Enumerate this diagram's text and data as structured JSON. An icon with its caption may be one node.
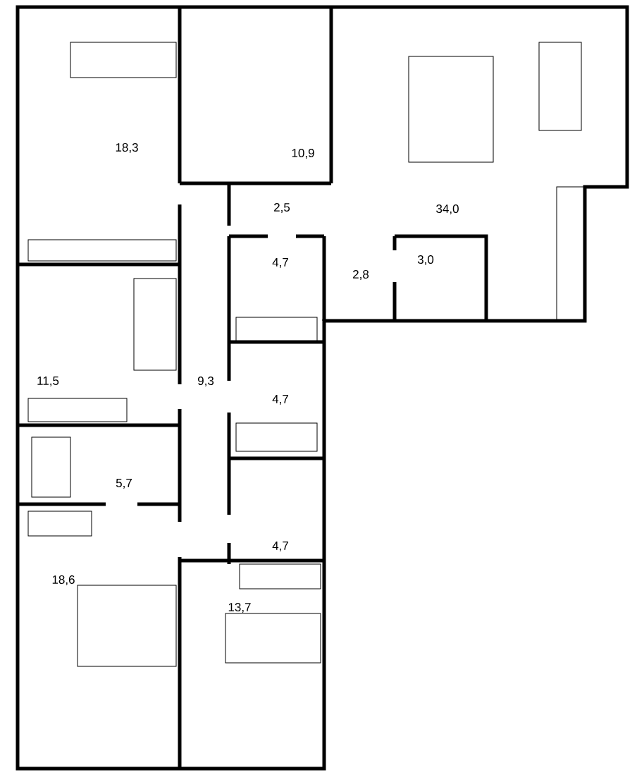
{
  "diagram": {
    "labels": [
      "18,3",
      "10,9",
      "2,5",
      "34,0",
      "4,7",
      "2,8",
      "3,0",
      "11,5",
      "9,3",
      "4,7",
      "5,7",
      "4,7",
      "18,6",
      "13,7"
    ]
  }
}
